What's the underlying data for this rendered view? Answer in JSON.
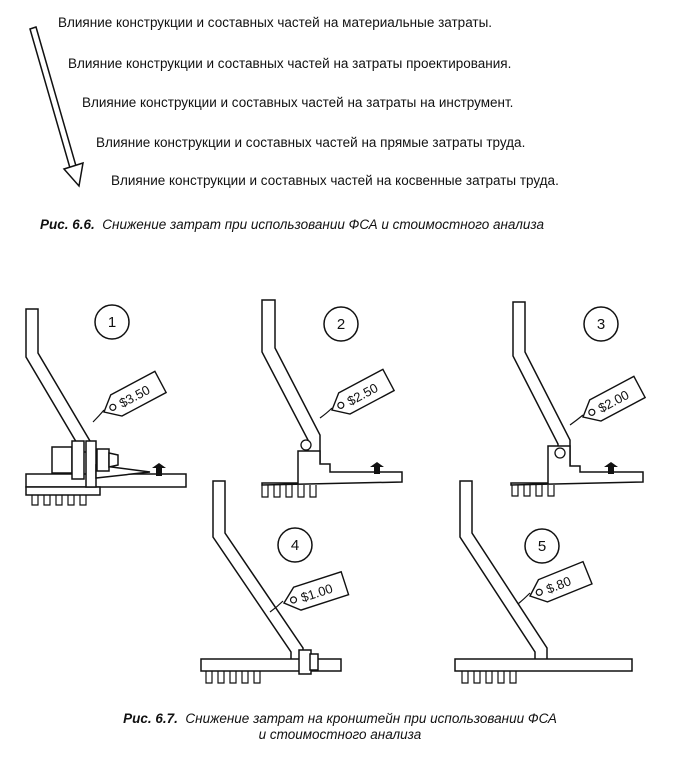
{
  "fig66": {
    "lines": [
      "Влияние конструкции и составных частей на материальные затраты.",
      "Влияние конструкции и составных частей на затраты проектирования.",
      "Влияние конструкции и составных частей на затраты на инструмент.",
      "Влияние конструкции и составных частей на прямые затраты труда.",
      "Влияние конструкции и составных частей на косвенные затраты труда."
    ],
    "caption_label": "Рис.  6.6.",
    "caption_text": "Снижение затрат при использовании ФСА и стоимостного анализа"
  },
  "fig67": {
    "variants": [
      {
        "number": "1",
        "price": "$3.50"
      },
      {
        "number": "2",
        "price": "$2.50"
      },
      {
        "number": "3",
        "price": "$2.00"
      },
      {
        "number": "4",
        "price": "$1.00"
      },
      {
        "number": "5",
        "price": "$.80"
      }
    ],
    "caption_label": "Рис.  6.7.",
    "caption_text_1": "Снижение затрат на кронштейн при использовании ФСА",
    "caption_text_2": "и стоимостного анализа"
  }
}
